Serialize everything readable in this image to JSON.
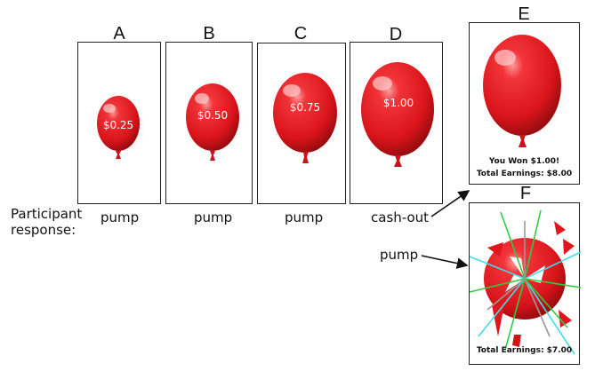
{
  "panels": [
    {
      "label": "A",
      "amount": "$0.25",
      "response": "pump"
    },
    {
      "label": "B",
      "amount": "$0.50",
      "response": "pump"
    },
    {
      "label": "C",
      "amount": "$0.75",
      "response": "pump"
    },
    {
      "label": "D",
      "amount": "$1.00",
      "response": "cash-out"
    },
    {
      "label": "E",
      "message": "You Won $1.00!",
      "total": "Total Earnings: $8.00"
    },
    {
      "label": "F",
      "total": "Total Earnings: $7.00"
    }
  ],
  "row_label": {
    "line1": "Participant",
    "line2": "response:"
  },
  "side_response": "pump",
  "colors": {
    "balloon": "#e0161c",
    "highlight": "#ff8a8a",
    "shadow": "#9e0a0e",
    "burst_green": "#2ecc40",
    "burst_cyan": "#3ee0e8"
  }
}
